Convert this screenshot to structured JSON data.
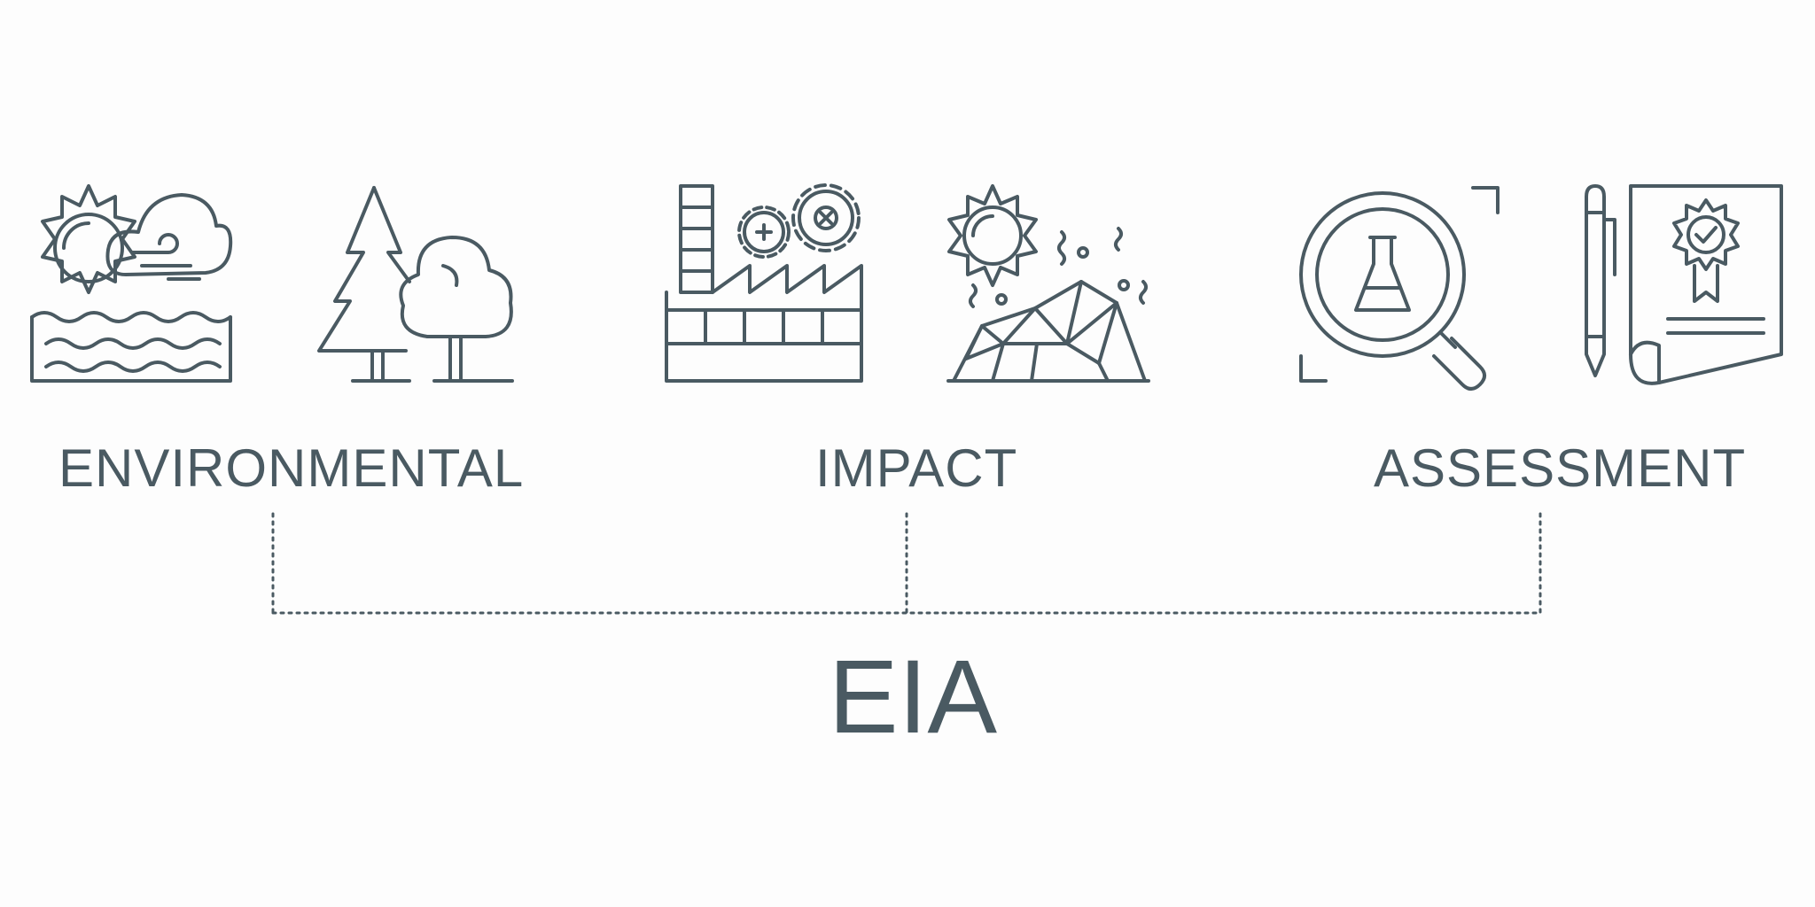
{
  "labels": {
    "environmental": "ENVIRONMENTAL",
    "impact": "IMPACT",
    "assessment": "ASSESSMENT"
  },
  "acronym": "EIA",
  "icons": [
    "weather-sun-cloud-water-icon",
    "trees-icon",
    "factory-gears-icon",
    "polluted-sun-rock-icon",
    "magnifier-flask-icon",
    "pen-certificate-icon"
  ],
  "colors": {
    "stroke": "#4a5a62",
    "background": "#fdfdfd"
  }
}
